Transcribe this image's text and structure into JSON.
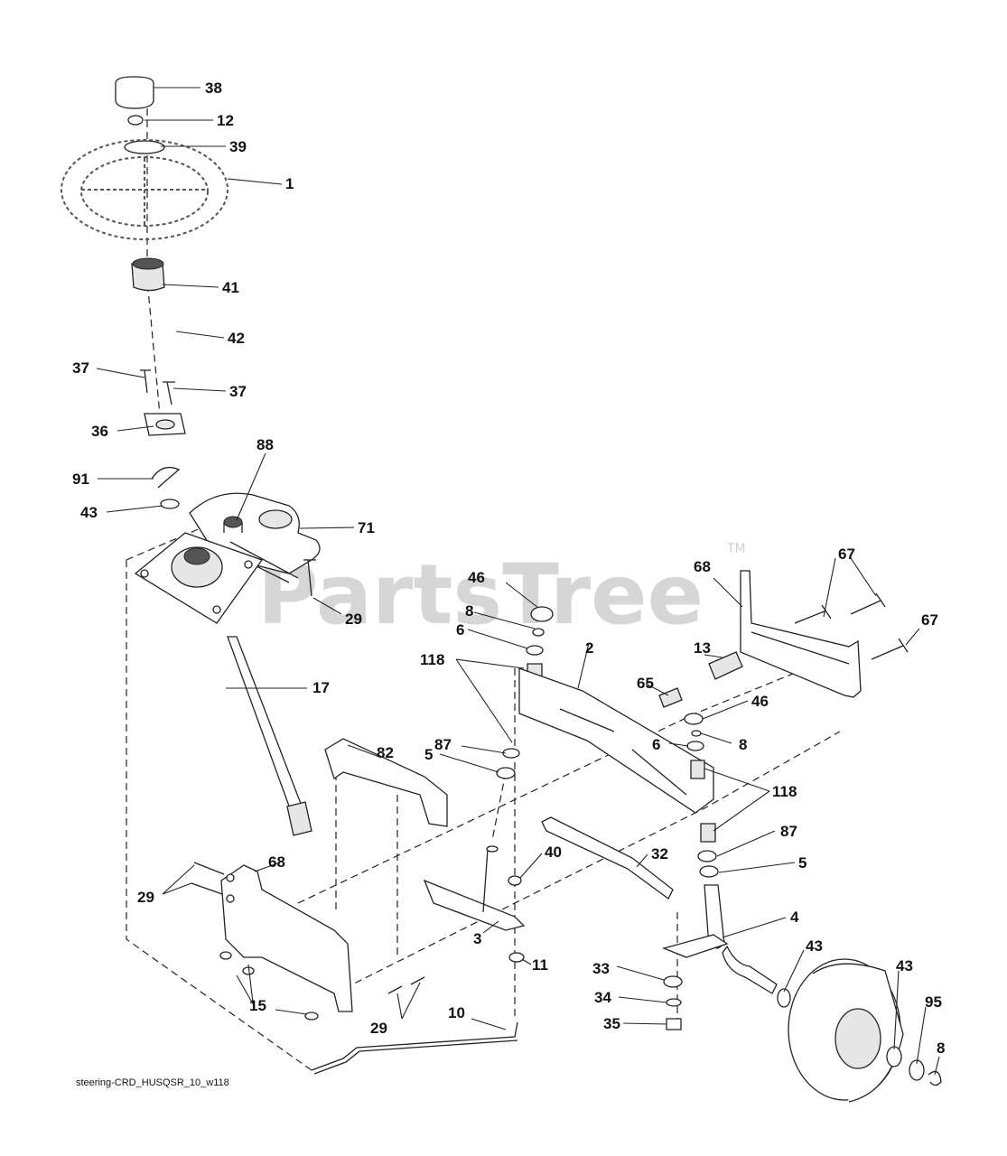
{
  "diagram": {
    "caption": "steering-CRD_HUSQSR_10_w118",
    "watermark": "PartsTree",
    "trademark": "TM",
    "callouts": [
      "38",
      "12",
      "39",
      "1",
      "41",
      "42",
      "37",
      "37",
      "36",
      "88",
      "91",
      "71",
      "43",
      "29",
      "46",
      "68",
      "67",
      "8",
      "6",
      "67",
      "118",
      "13",
      "2",
      "65",
      "46",
      "17",
      "87",
      "6",
      "8",
      "82",
      "5",
      "118",
      "87",
      "5",
      "40",
      "32",
      "68",
      "29",
      "3",
      "4",
      "11",
      "43",
      "33",
      "43",
      "95",
      "34",
      "15",
      "29",
      "10",
      "35",
      "8"
    ]
  }
}
